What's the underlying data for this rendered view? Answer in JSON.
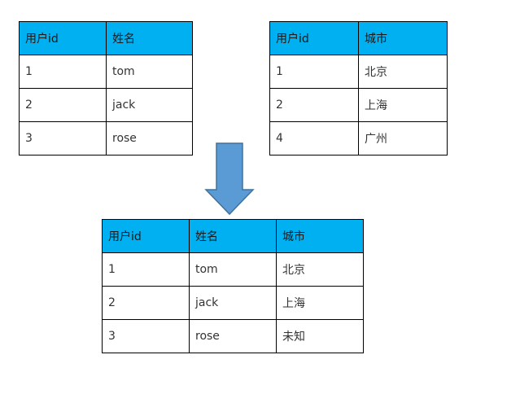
{
  "table_users": {
    "headers": [
      "用户id",
      "姓名"
    ],
    "rows": [
      [
        "1",
        "tom"
      ],
      [
        "2",
        "jack"
      ],
      [
        "3",
        "rose"
      ]
    ]
  },
  "table_cities": {
    "headers": [
      "用户id",
      "城市"
    ],
    "rows": [
      [
        "1",
        "北京"
      ],
      [
        "2",
        "上海"
      ],
      [
        "4",
        "广州"
      ]
    ]
  },
  "table_result": {
    "headers": [
      "用户id",
      "姓名",
      "城市"
    ],
    "rows": [
      [
        "1",
        "tom",
        "北京"
      ],
      [
        "2",
        "jack",
        "上海"
      ],
      [
        "3",
        "rose",
        "未知"
      ]
    ]
  },
  "colors": {
    "header_fill": "#00b0f0",
    "arrow_fill": "#5b9bd5",
    "arrow_stroke": "#41719c"
  },
  "icons": {
    "arrow": "down-arrow-icon"
  }
}
